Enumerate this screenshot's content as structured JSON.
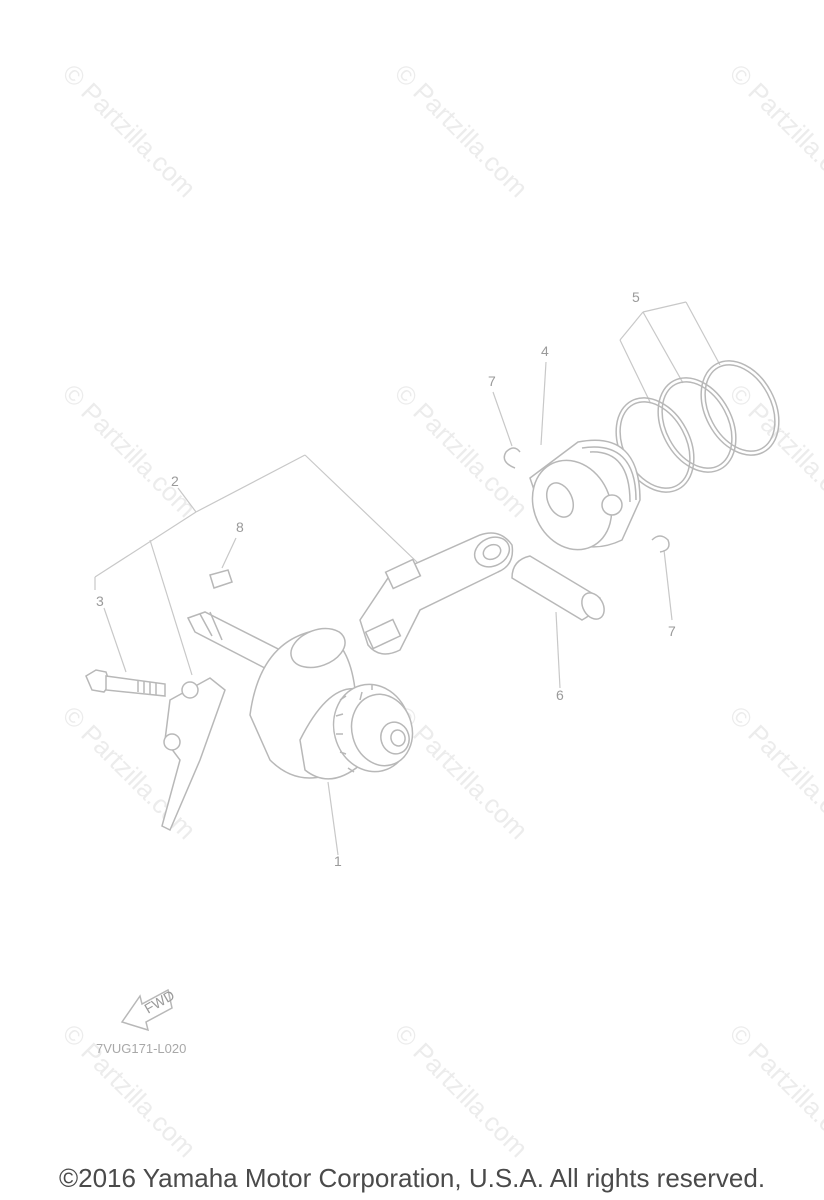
{
  "watermark": "© Partzilla.com",
  "callouts": {
    "c1": "1",
    "c2": "2",
    "c3": "3",
    "c4": "4",
    "c5": "5",
    "c6": "6",
    "c7a": "7",
    "c7b": "7",
    "c8": "8"
  },
  "fwd_label": "FWD",
  "diagram_code": "7VUG171-L020",
  "copyright": "©2016 Yamaha Motor Corporation, U.S.A. All rights reserved."
}
